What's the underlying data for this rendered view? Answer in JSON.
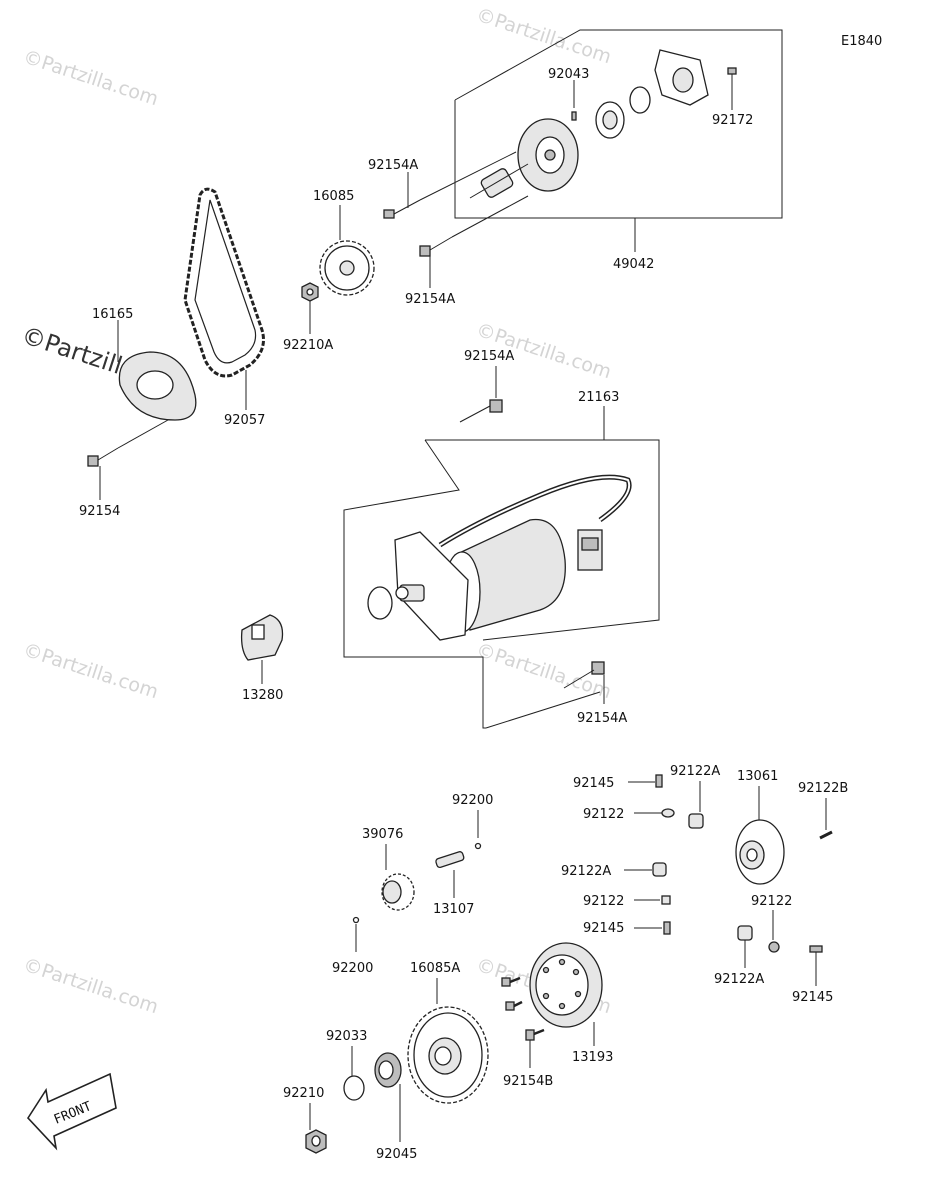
{
  "diagram_code": "E1840",
  "watermark": "©Partzilla.com",
  "front_label": "FRONT",
  "parts": {
    "p92043": "92043",
    "p92172": "92172",
    "p92154A_a": "92154A",
    "p16085": "16085",
    "p92154A_b": "92154A",
    "p49042": "49042",
    "p92210A": "92210A",
    "p16165": "16165",
    "p92057": "92057",
    "p92154": "92154",
    "p92154A_c": "92154A",
    "p21163": "21163",
    "p13280": "13280",
    "p92154A_d": "92154A",
    "p92145_a": "92145",
    "p92122A_a": "92122A",
    "p13061": "13061",
    "p92122B": "92122B",
    "p92122_a": "92122",
    "p92200_a": "92200",
    "p39076": "39076",
    "p92122A_b": "92122A",
    "p13107": "13107",
    "p92122_b": "92122",
    "p92145_b": "92145",
    "p92122_c": "92122",
    "p92200_b": "92200",
    "p16085A": "16085A",
    "p92122A_c": "92122A",
    "p92145_c": "92145",
    "p13193": "13193",
    "p92154B": "92154B",
    "p92033": "92033",
    "p92210": "92210",
    "p92045": "92045"
  }
}
